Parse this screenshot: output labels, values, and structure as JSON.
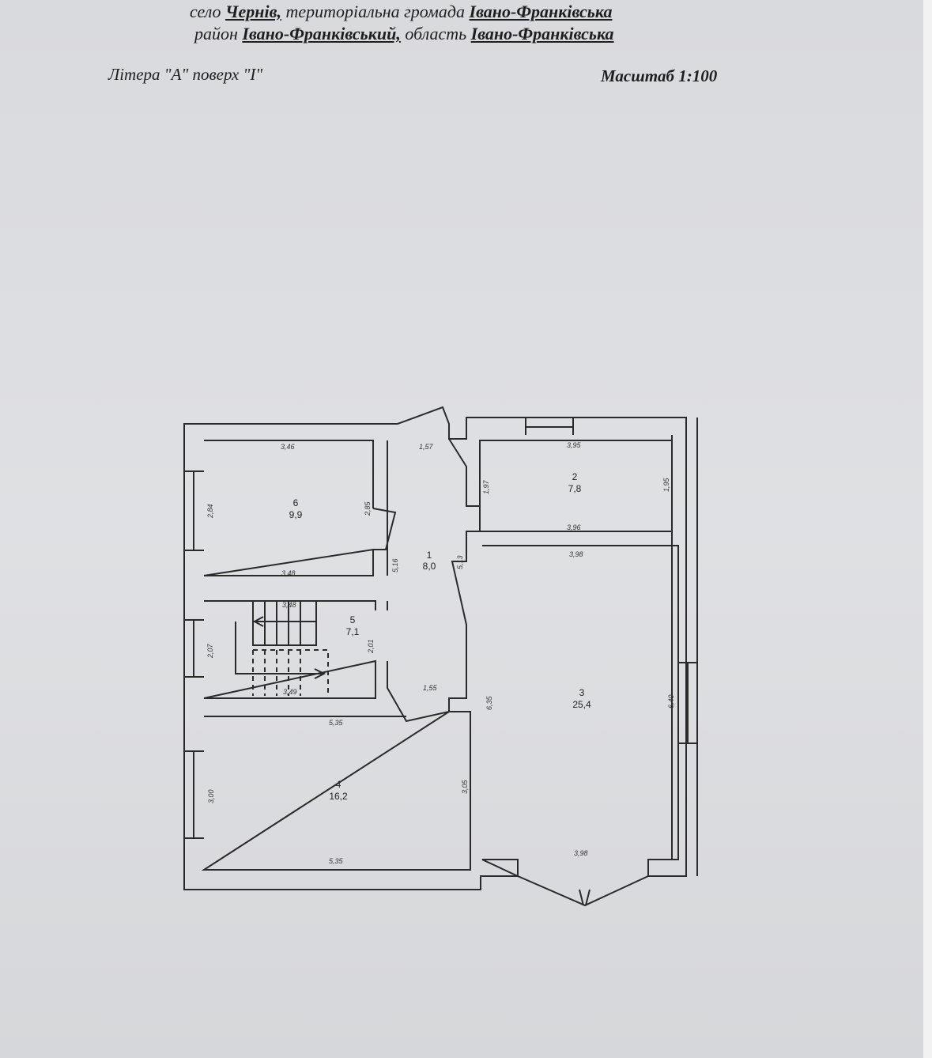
{
  "header": {
    "line1": {
      "p1": "село ",
      "v1": "Чернів,",
      "p2": " територіальна громада ",
      "v2": "Івано-Франківська"
    },
    "line2": {
      "p1": "район ",
      "v1": "Івано-Франківський,",
      "p2": " область ",
      "v2": "Івано-Франківська"
    },
    "letter": "Літера \"А\" поверх  \"І\"",
    "scale": "Масштаб 1:100"
  },
  "rooms": [
    {
      "num": "1",
      "area": "8,0",
      "dims": [
        "1,57",
        "5,16",
        "5,13",
        "1,55"
      ]
    },
    {
      "num": "2",
      "area": "7,8",
      "dims": [
        "3,95",
        "1,97",
        "1,95",
        "3,96"
      ]
    },
    {
      "num": "3",
      "area": "25,4",
      "dims": [
        "3,98",
        "6,35",
        "6,40",
        "3,98"
      ]
    },
    {
      "num": "4",
      "area": "16,2",
      "dims": [
        "5,35",
        "3,00",
        "3,05",
        "5,35"
      ]
    },
    {
      "num": "5",
      "area": "7,1",
      "dims": [
        "3,48",
        "2,07",
        "2,01",
        "3,49"
      ]
    },
    {
      "num": "6",
      "area": "9,9",
      "dims": [
        "3,46",
        "2,84",
        "2,85",
        "3,48"
      ]
    }
  ]
}
